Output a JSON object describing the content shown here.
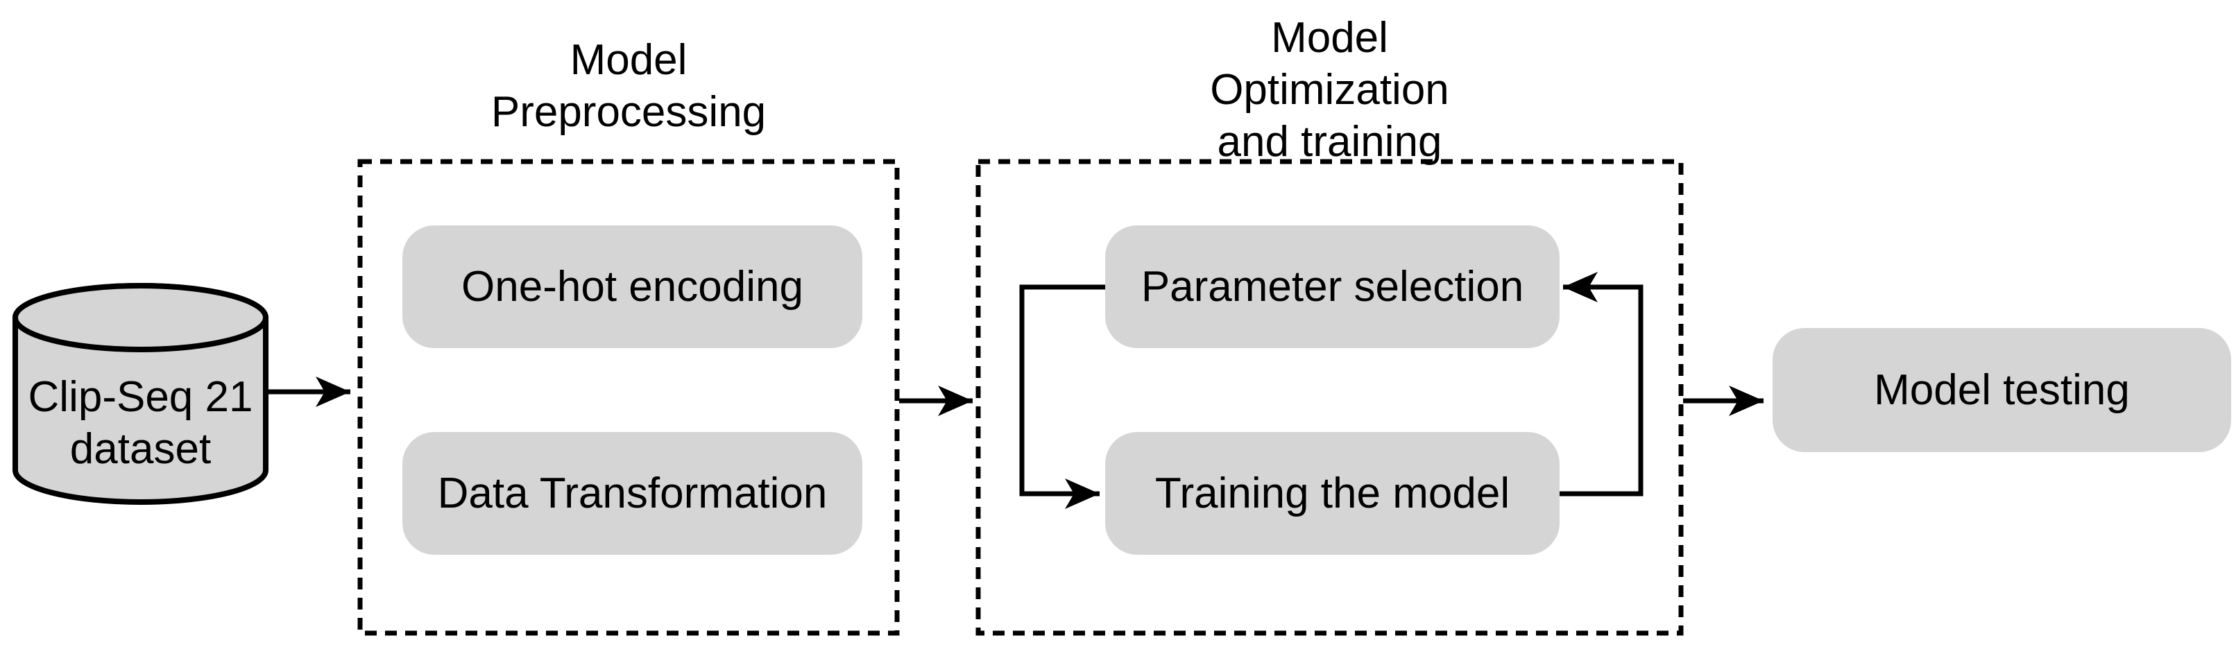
{
  "colors": {
    "background": "#ffffff",
    "node_fill": "#d5d5d5",
    "line": "#000000",
    "text": "#000000"
  },
  "dataset": {
    "label": "Clip-Seq 21\ndataset"
  },
  "stages": {
    "preprocessing": {
      "title": "Model\nPreprocessing",
      "steps": {
        "one_hot": "One-hot encoding",
        "transform": "Data Transformation"
      }
    },
    "optimization": {
      "title": "Model\nOptimization\nand training",
      "steps": {
        "param": "Parameter selection",
        "training": "Training the model"
      }
    }
  },
  "output": {
    "label": "Model testing"
  }
}
